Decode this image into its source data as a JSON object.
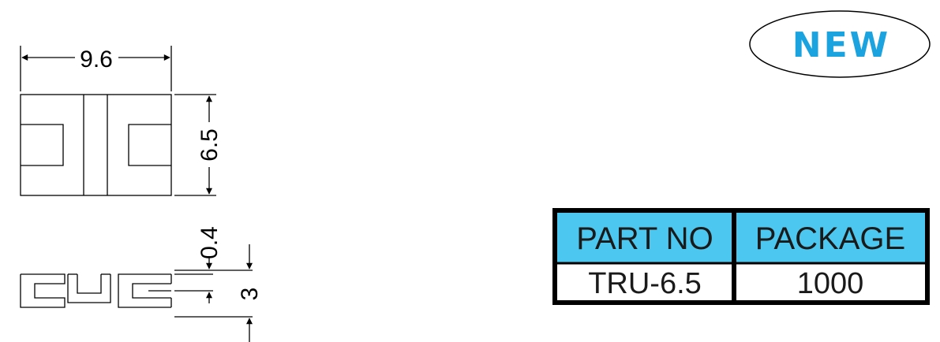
{
  "badge": {
    "label": "NEW",
    "color": "#1ba3e0"
  },
  "dimensions": {
    "width": "9.6",
    "height": "6.5",
    "thickness_top": "0.4",
    "thickness_total": "3"
  },
  "table": {
    "header_color": "#4cc7ef",
    "headers": [
      "PART NO",
      "PACKAGE"
    ],
    "rows": [
      [
        "TRU-6.5",
        "1000"
      ]
    ]
  }
}
